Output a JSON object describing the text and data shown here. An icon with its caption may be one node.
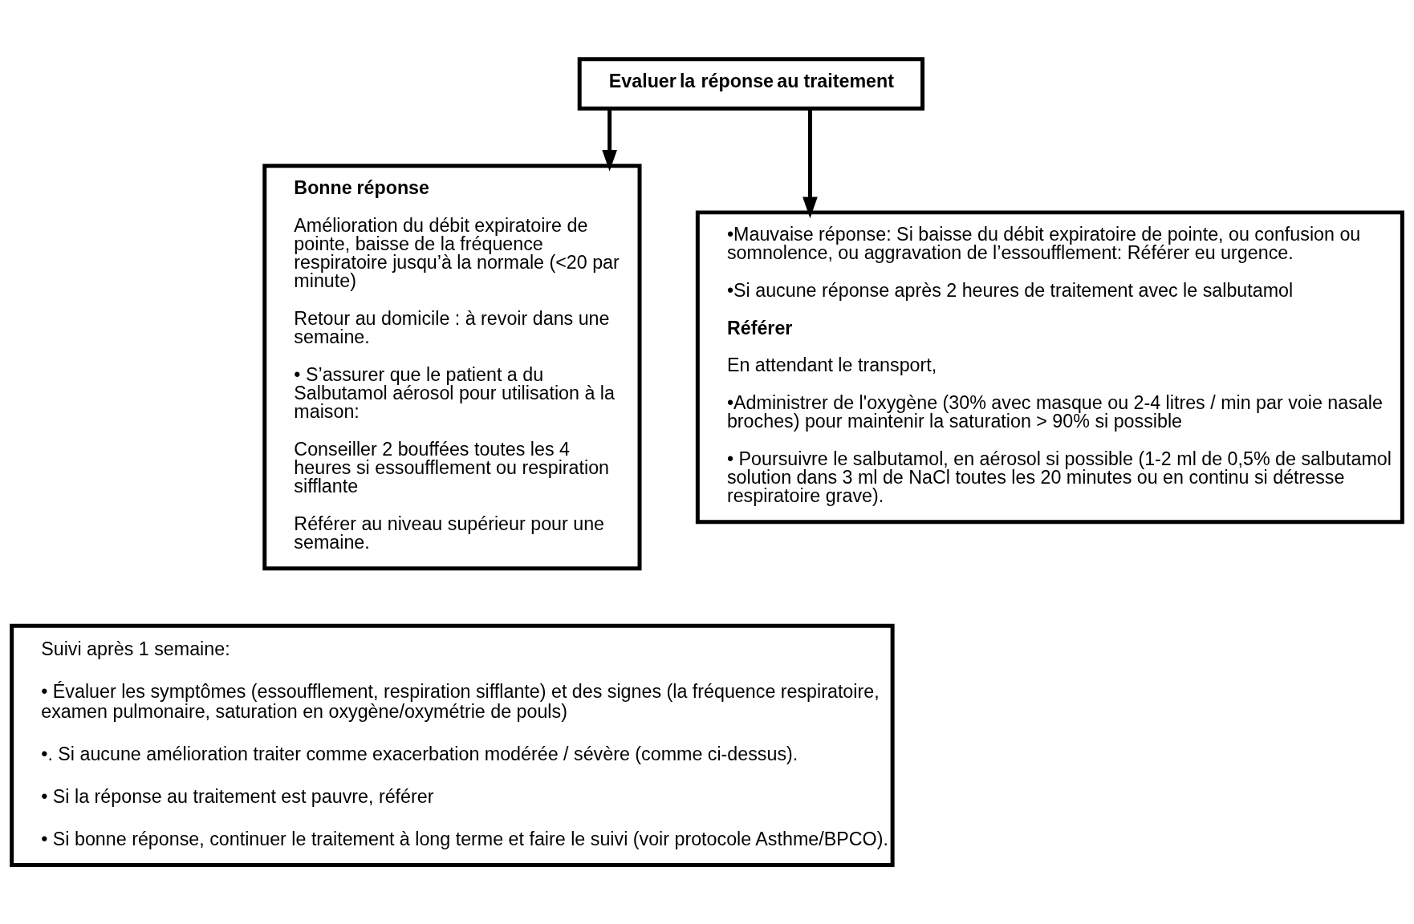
{
  "diagram": {
    "nodes": [
      {
        "text": [
          "Evaluer la réponse au traitement"
        ]
      },
      {
        "text": [
          "Bonne réponse",
          "Amélioration du débit expiratoire de pointe, baisse de la fréquence respiratoire jusqu’à la normale (<20 par minute)",
          "Retour au domicile : à revoir dans une semaine.",
          "• S’assurer que le patient a du Salbutamol aérosol pour utilisation à la maison:",
          "Conseiller 2 bouffées toutes les 4 heures si essoufflement ou respiration sifflante",
          "Référer au niveau supérieur pour une semaine."
        ]
      },
      {
        "text": [
          "•Mauvaise réponse: Si baisse du débit expiratoire de pointe, ou confusion ou somnolence, ou aggravation de l’essoufflement: Référer eu urgence.",
          "•Si aucune réponse après 2 heures de traitement avec le salbutamol",
          "Référer",
          "En attendant le transport,",
          "•Administrer de l'oxygène (30% avec masque ou 2-4 litres / min par voie nasale broches) pour maintenir la saturation > 90% si possible",
          "• Poursuivre le salbutamol, en aérosol si possible (1-2 ml de 0,5% de salbutamol solution dans 3 ml de NaCl toutes les 20 minutes ou en continu si détresse respiratoire grave)."
        ]
      },
      {
        "text": [
          "Suivi après 1 semaine:",
          "• Évaluer les symptômes (essoufflement, respiration sifflante) et des signes (la fréquence respiratoire, examen pulmonaire, saturation en oxygène/oxymétrie de pouls)",
          "•. Si aucune amélioration traiter comme exacerbation modérée / sévère (comme ci-dessus).",
          "• Si la réponse au traitement est pauvre, référer",
          "• Si bonne réponse, continuer le traitement à long terme et faire le suivi (voir protocole Asthme/BPCO)."
        ]
      }
    ],
    "edges": [
      {
        "from": 0,
        "to": 1,
        "arrow": "to"
      },
      {
        "from": 0,
        "to": 2,
        "arrow": "to"
      }
    ]
  }
}
